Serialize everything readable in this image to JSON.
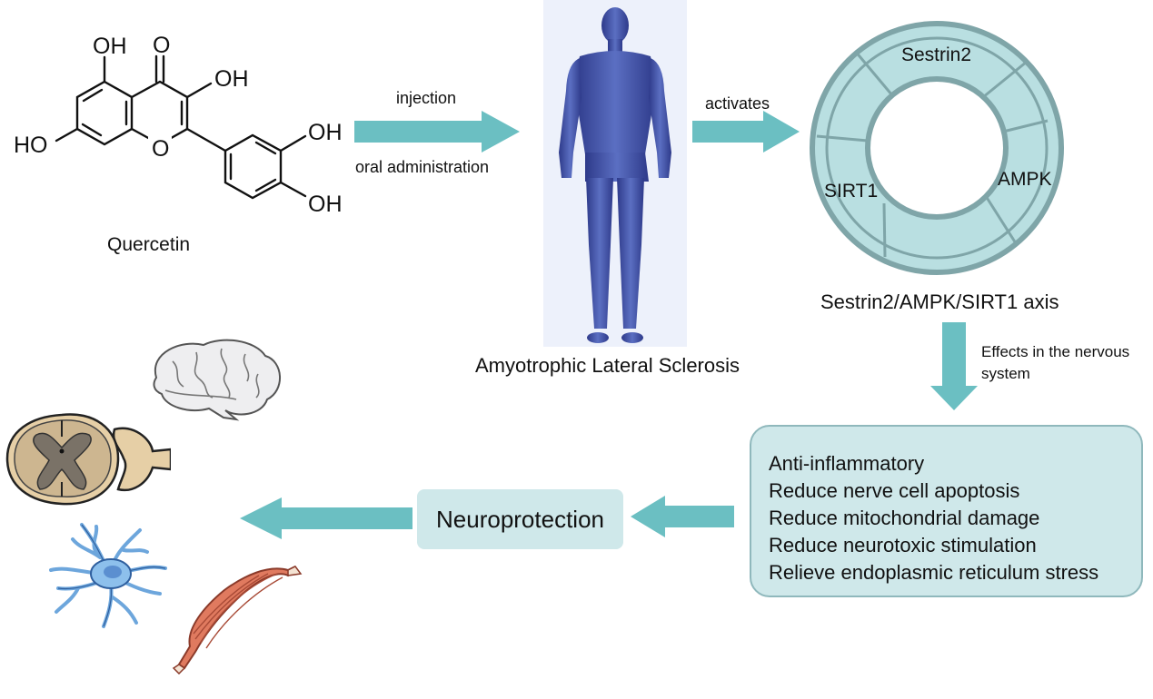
{
  "molecule": {
    "name": "Quercetin",
    "atoms": {
      "oh_top": "OH",
      "carbonyl_o": "O",
      "oh_right": "OH",
      "ho_left": "HO",
      "ring_o": "O",
      "oh_b1": "OH",
      "oh_b2": "OH"
    }
  },
  "routes": {
    "top": "injection",
    "bottom": "oral administration"
  },
  "human": {
    "label": "Amyotrophic Lateral Sclerosis"
  },
  "activation": {
    "label": "activates"
  },
  "axis": {
    "title": "Sestrin2/AMPK/SIRT1 axis",
    "segments": [
      "Sestrin2",
      "AMPK",
      "SIRT1"
    ]
  },
  "nervous_effects_label": "Effects in the nervous system",
  "effects": [
    "Anti-inflammatory",
    "Reduce nerve cell apoptosis",
    "Reduce mitochondrial damage",
    "Reduce neurotoxic stimulation",
    "Relieve endoplasmic reticulum stress"
  ],
  "outcome": {
    "label": "Neuroprotection"
  },
  "colors": {
    "arrow": "#6bbfc2",
    "ring_fill": "#b9dfe1",
    "ring_stroke": "#7fa5a8",
    "box": "#cfe8ea",
    "body": "#3f4fa3",
    "muscle": "#e07a5f",
    "brain": "#eeeef0"
  },
  "icons": [
    "brain-icon",
    "spinal-cord-icon",
    "astrocyte-icon",
    "muscle-icon"
  ]
}
